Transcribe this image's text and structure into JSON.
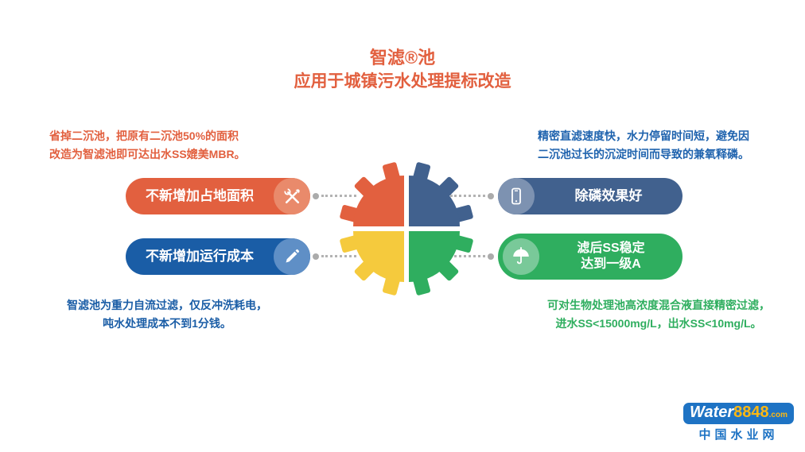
{
  "title": {
    "line1": "智滤®池",
    "line2": "应用于城镇污水处理提标改造"
  },
  "left": {
    "top_note": "省掉二沉池，把原有二沉池50%的面积\n改造为智滤池即可达出水SS媲美MBR。",
    "pill1": {
      "label": "不新增加占地面积",
      "icon": "tools-icon",
      "color": "#e2603f"
    },
    "pill2": {
      "label": "不新增加运行成本",
      "icon": "pencil-icon",
      "color": "#1a5da6"
    },
    "bottom_note": "智滤池为重力自流过滤，仅反冲洗耗电，\n吨水处理成本不到1分钱。"
  },
  "right": {
    "top_note": "精密直滤速度快，水力停留时间短，避免因\n二沉池过长的沉淀时间而导致的兼氧释磷。",
    "pill1": {
      "label": "除磷效果好",
      "icon": "phone-icon",
      "color": "#41618e"
    },
    "pill2": {
      "label": "滤后SS稳定\n达到一级A",
      "icon": "umbrella-icon",
      "color": "#2fae5f"
    },
    "bottom_note": "可对生物处理池高浓度混合液直接精密过滤，\n进水SS<15000mg/L，出水SS<10mg/L。"
  },
  "gear": {
    "quadrant_colors": [
      "#e2603f",
      "#41618e",
      "#f5ca3d",
      "#2fae5f"
    ]
  },
  "logo": {
    "water": "Water",
    "num": "8848",
    "com": ".com",
    "subtitle": "中国水业网",
    "brand_blue": "#1e73c4",
    "brand_yellow": "#fdb813"
  },
  "colors": {
    "accent_orange": "#e2603f",
    "accent_blue": "#1a5da6",
    "accent_slate": "#41618e",
    "accent_green": "#2fae5f",
    "accent_yellow": "#f5ca3d",
    "note_blue": "#1f63ae"
  }
}
